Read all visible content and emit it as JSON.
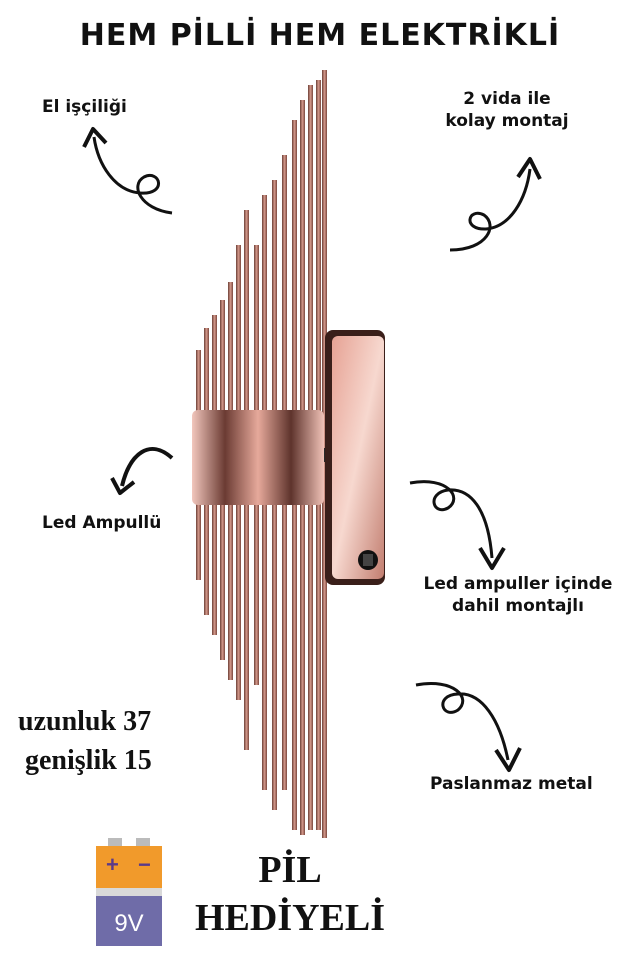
{
  "title": "HEM PİLLİ HEM ELEKTRİKLİ",
  "labels": {
    "craft": "El işçiliği",
    "mount_line1": "2 vida ile",
    "mount_line2": "kolay montaj",
    "led": "Led Ampullü",
    "included_line1": "Led ampuller içinde",
    "included_line2": "dahil montajlı",
    "stainless": "Paslanmaz metal"
  },
  "dimensions": {
    "length": "uzunluk 37",
    "width": "genişlik 15"
  },
  "gift": {
    "line1": "PİL",
    "line2": "HEDİYELİ"
  },
  "battery": {
    "plus": "+",
    "minus": "−",
    "voltage": "9V"
  },
  "colors": {
    "rose_gold": "#c98a7c",
    "battery_orange": "#f19a2b",
    "battery_purple": "#6f6ca8"
  }
}
